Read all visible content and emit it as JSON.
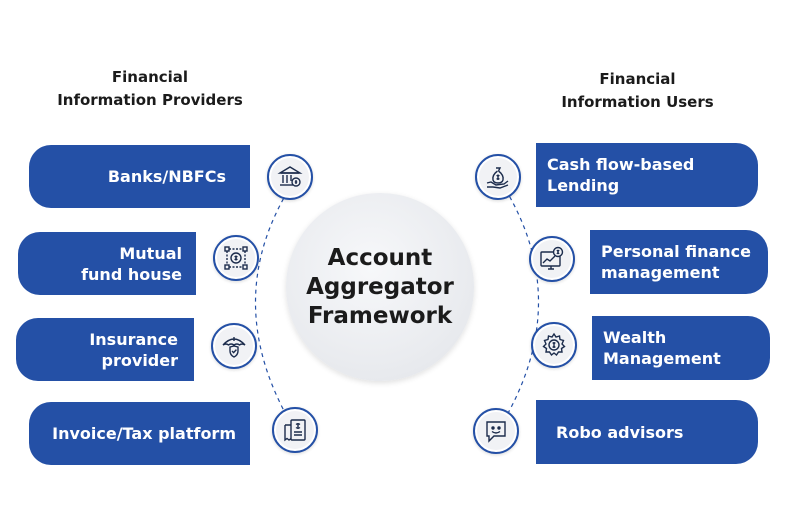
{
  "providers_heading": [
    "Financial",
    "Information Providers"
  ],
  "users_heading": [
    "Financial",
    "Information Users"
  ],
  "center_title": [
    "Account",
    "Aggregator",
    "Framework"
  ],
  "providers": [
    {
      "lines": [
        "Banks/NBFCs"
      ],
      "icon": "bank-icon"
    },
    {
      "lines": [
        "Mutual",
        "fund house"
      ],
      "icon": "network-money-icon"
    },
    {
      "lines": [
        "Insurance",
        "provider"
      ],
      "icon": "umbrella-shield-icon"
    },
    {
      "lines": [
        "Invoice/Tax platform"
      ],
      "icon": "invoice-icon"
    }
  ],
  "users": [
    {
      "lines": [
        "Cash flow-based",
        "Lending"
      ],
      "icon": "money-bag-hand-icon"
    },
    {
      "lines": [
        "Personal finance",
        "management"
      ],
      "icon": "chart-monitor-icon"
    },
    {
      "lines": [
        "Wealth",
        "Management"
      ],
      "icon": "gear-dollar-icon"
    },
    {
      "lines": [
        "Robo advisors"
      ],
      "icon": "chatbot-icon"
    }
  ],
  "colors": {
    "pill": "#2450a6",
    "connector": "#2450a6",
    "center": "#e8eaee"
  }
}
